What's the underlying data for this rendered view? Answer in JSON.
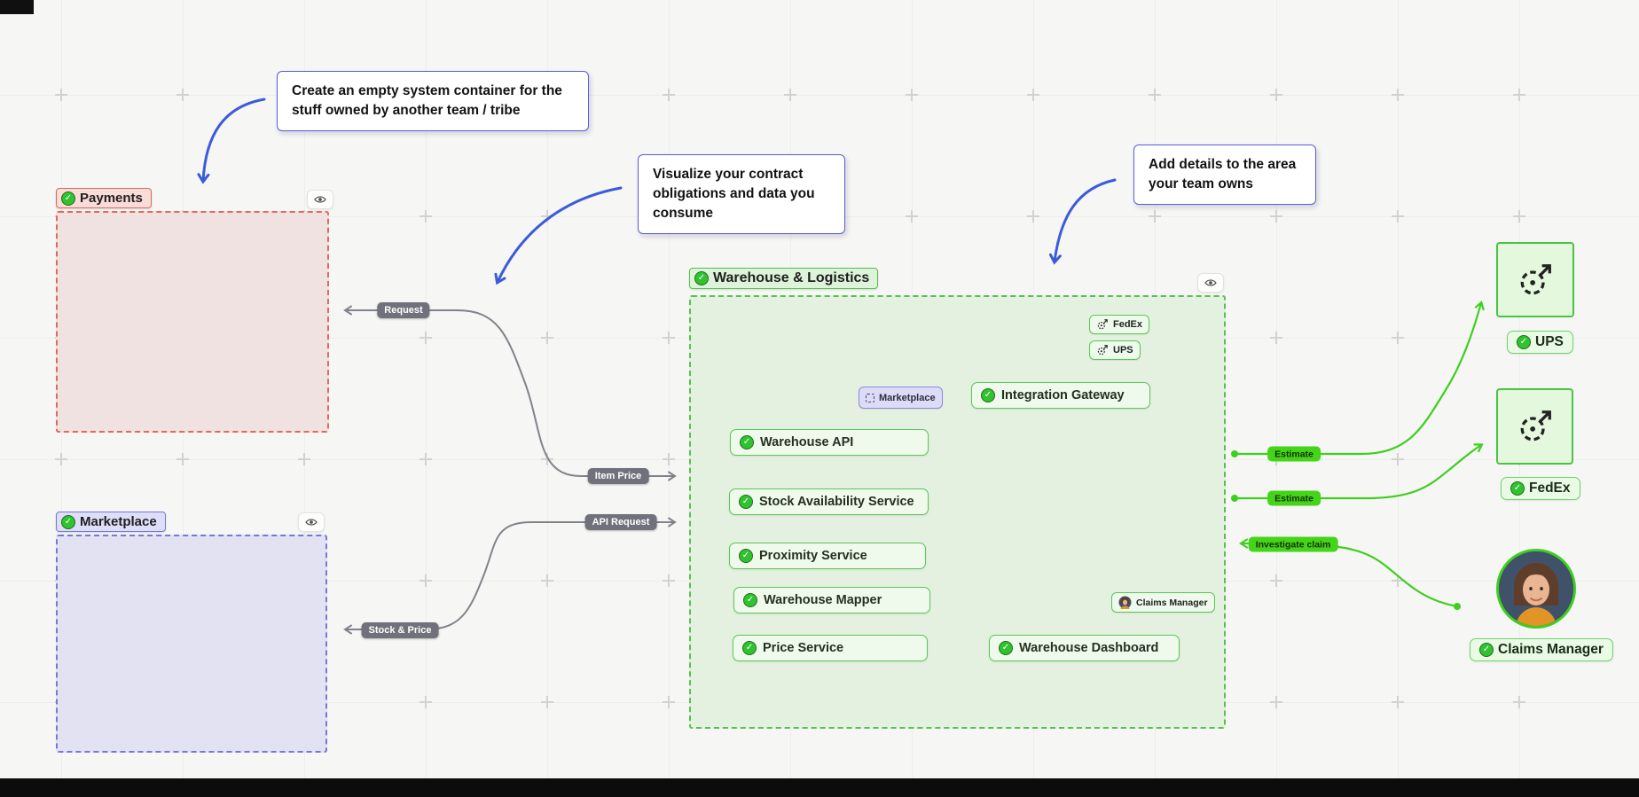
{
  "annotations": {
    "create_container": "Create an empty system container for the stuff owned by another team / tribe",
    "visualize_contract": "Visualize your contract obligations and data you consume",
    "add_details": "Add details to the area your team owns"
  },
  "containers": {
    "payments": {
      "label": "Payments"
    },
    "marketplace": {
      "label": "Marketplace"
    },
    "warehouse": {
      "label": "Warehouse & Logistics"
    }
  },
  "nodes": {
    "marketplace_chip": {
      "label": "Marketplace"
    },
    "warehouse_api": {
      "label": "Warehouse API"
    },
    "stock_availability": {
      "label": "Stock Availability Service"
    },
    "proximity": {
      "label": "Proximity Service"
    },
    "warehouse_mapper": {
      "label": "Warehouse Mapper"
    },
    "price_service": {
      "label": "Price Service"
    },
    "integration_gateway": {
      "label": "Integration Gateway"
    },
    "fedex_chip": {
      "label": "FedEx"
    },
    "ups_chip": {
      "label": "UPS"
    },
    "claims_chip": {
      "label": "Claims Manager"
    },
    "warehouse_dashboard": {
      "label": "Warehouse Dashboard"
    }
  },
  "externals": {
    "ups": {
      "label": "UPS"
    },
    "fedex": {
      "label": "FedEx"
    },
    "claims_manager": {
      "label": "Claims Manager"
    }
  },
  "edges": {
    "request": {
      "label": "Request"
    },
    "item_price": {
      "label": "Item Price"
    },
    "api_request": {
      "label": "API Request"
    },
    "stock_price": {
      "label": "Stock & Price"
    },
    "estimate_ups": {
      "label": "Estimate"
    },
    "estimate_fedex": {
      "label": "Estimate"
    },
    "investigate_claim": {
      "label": "Investigate claim"
    }
  },
  "icons": {
    "check": "check-circle",
    "eye": "eye-visibility-toggle",
    "gear_external": "gear-with-external-link",
    "dashed_box": "reference-dashed-box",
    "avatar": "claims-manager-photo"
  },
  "colors": {
    "green_accent": "#3ecf1e",
    "green_border": "#54c24b",
    "green_fill": "#e4f0e0",
    "node_fill": "#effaec",
    "red_border": "#dd6a5c",
    "red_fill": "#f0e2e0",
    "purple_border": "#7678d8",
    "purple_fill": "#e2e2f2",
    "blue_annotation": "#3b5bd9",
    "gray_edge": "#82828c",
    "edge_label_gray_bg": "#71717c",
    "edge_label_green_bg": "#44d418"
  }
}
